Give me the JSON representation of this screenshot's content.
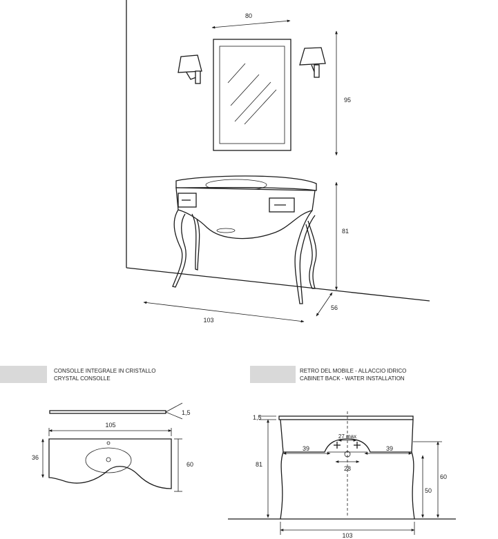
{
  "elevation": {
    "mirror_width": "80",
    "mirror_height": "95",
    "consolle_height": "81",
    "consolle_depth": "56",
    "consolle_width": "103"
  },
  "crystal_consolle": {
    "caption_it": "CONSOLLE INTEGRALE IN CRISTALLO",
    "caption_en": "CRYSTAL CONSOLLE",
    "thickness": "1,5",
    "width": "105",
    "depth_left": "36",
    "depth_right": "60"
  },
  "cabinet_back": {
    "caption_it": "RETRO DEL MOBILE - ALLACCIO IDRICO",
    "caption_en": "CABINET BACK - WATER INSTALLATION",
    "top_thickness": "1,5",
    "height_total": "81",
    "left_offset": "39",
    "right_offset": "39",
    "max_label": "27 max",
    "spacing": "28",
    "height_right": "60",
    "height_inner": "50",
    "width": "103"
  },
  "colors": {
    "caption_band": "#d9d9d9",
    "line": "#1a1a1a"
  }
}
